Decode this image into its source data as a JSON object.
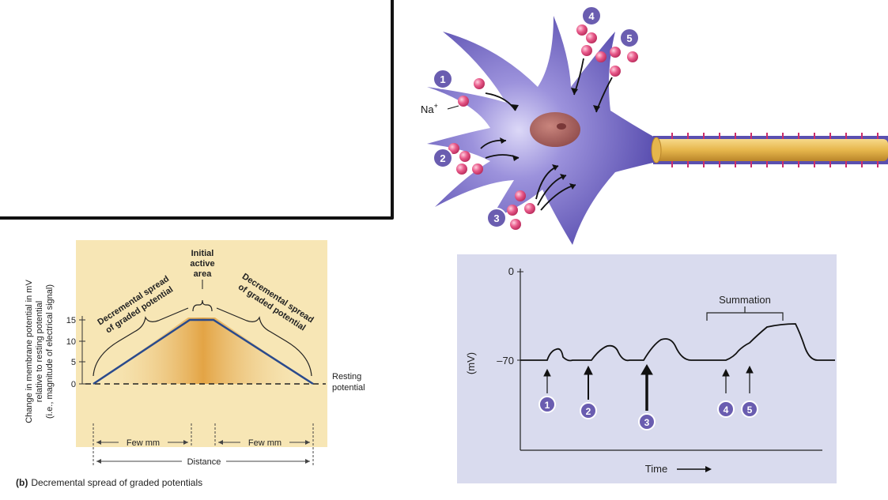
{
  "left_diagram": {
    "y_axis_label_1": "Change in membrane potential in mV",
    "y_axis_label_2": "relative to resting potential",
    "y_axis_label_3": "(i.e., magnitude of electrical signal)",
    "y_ticks": [
      "15",
      "10",
      "5",
      "0"
    ],
    "initial_active_area": [
      "Initial",
      "active",
      "area"
    ],
    "left_spread": [
      "Decremental spread",
      "of graded potential"
    ],
    "right_spread": [
      "Decremental spread",
      "of graded potential"
    ],
    "resting_potential": [
      "Resting",
      "potential"
    ],
    "few_mm_left": "Few mm",
    "few_mm_right": "Few mm",
    "distance": "Distance",
    "caption_letter": "(b)",
    "caption_text": "Decremental spread of graded potentials"
  },
  "neuron_diagram": {
    "na_label": "Na",
    "na_sup": "+",
    "numbers": [
      "1",
      "2",
      "3",
      "4",
      "5"
    ]
  },
  "summation_graph": {
    "y_ticks": [
      "0",
      "–70"
    ],
    "y_label": "(mV)",
    "x_label": "Time",
    "summation_label": "Summation",
    "stimulus_labels": [
      "1",
      "2",
      "3",
      "4",
      "5"
    ]
  },
  "colors": {
    "panel_bg": "#f7e6b5",
    "graph_bg": "#d9dbee",
    "neuron_purple": "#6f63c2",
    "sodium_pink": "#e23f77",
    "circle_purple": "#6a5db0",
    "axon_gold": "#e6b64c",
    "curve_blue": "#2a4a8c"
  }
}
